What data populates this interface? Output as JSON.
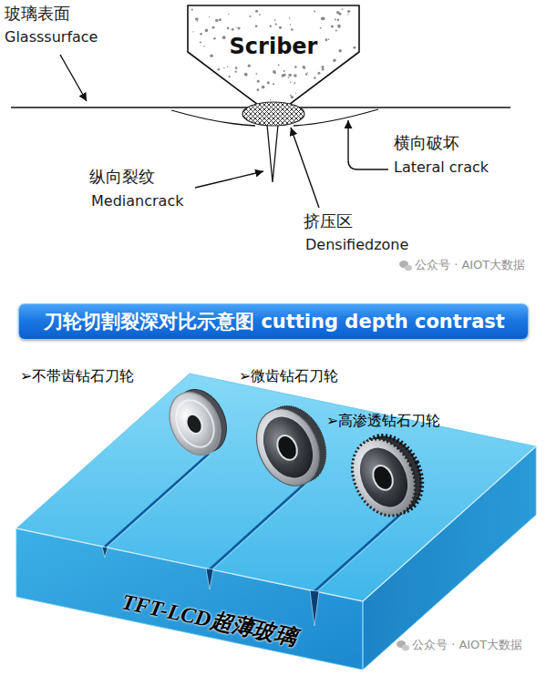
{
  "diagram": {
    "nodes": [
      {
        "text": [
          "Scriber"
        ]
      },
      {
        "text": [
          "刀轮切割裂深对比示意图 cutting depth contrast"
        ]
      },
      {
        "text": [
          "TFT-LCD超薄玻璃"
        ]
      }
    ],
    "labels": [
      "玻璃表面",
      "Glasssurface",
      "横向破坏",
      "Lateral crack",
      "纵向裂纹",
      "Mediancrack",
      "挤压区",
      "Densifiedzone",
      "公众号 · AIOT大数据",
      "➢不带齿钻石刀轮",
      "➢微齿钻石刀轮",
      "➢高渗透钻石刀轮",
      "公众号 · AIOT大数据"
    ]
  }
}
